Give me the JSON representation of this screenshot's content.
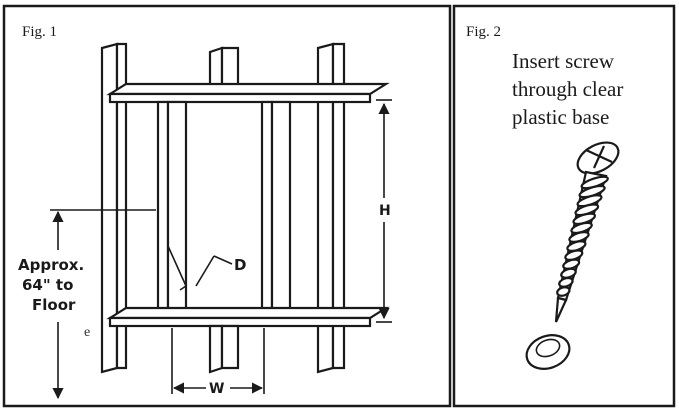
{
  "fig1": {
    "label": "Fig. 1",
    "dimensions": {
      "height": "H",
      "width": "W",
      "depth": "D"
    },
    "height_note": {
      "line1": "Approx.",
      "line2": "64\" to",
      "line3": "Floor"
    }
  },
  "fig2": {
    "label": "Fig. 2",
    "caption": {
      "line1": "Insert screw",
      "line2": "through clear",
      "line3": "plastic base"
    }
  },
  "edge_char": "e"
}
